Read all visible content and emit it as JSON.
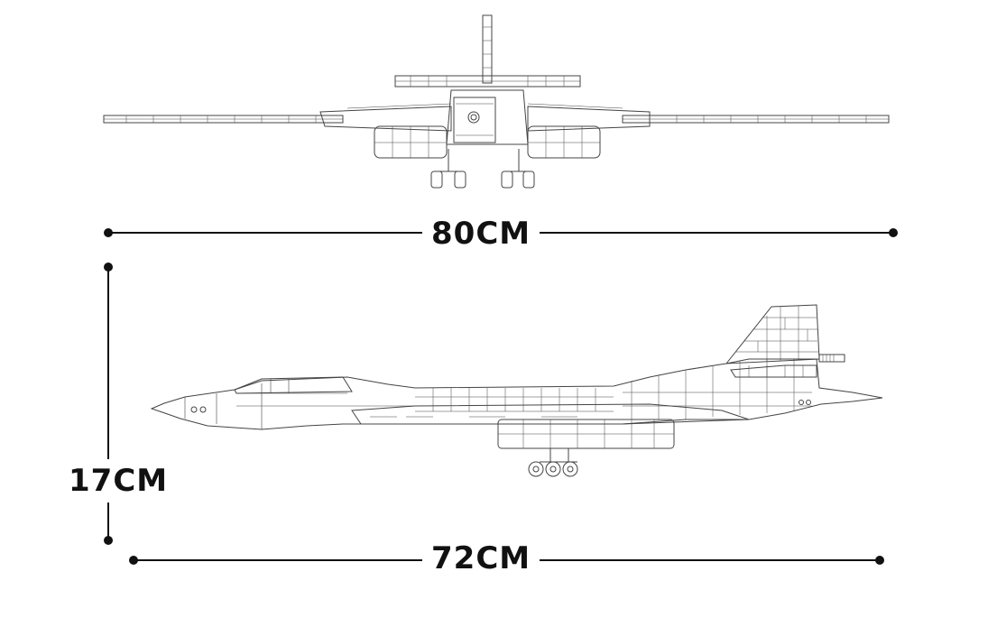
{
  "dimensions": {
    "wingspan_label": "80CM",
    "height_label": "17CM",
    "length_label": "72CM"
  },
  "colors": {
    "line": "#111111",
    "outline": "#444444",
    "background": "#ffffff"
  }
}
